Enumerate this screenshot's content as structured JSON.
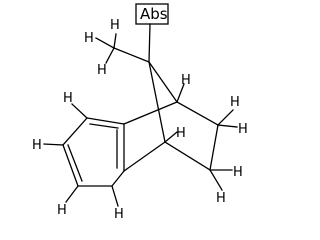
{
  "molecule": {
    "stereo_label": "Abs",
    "atom_labels": {
      "h_methyl_top": "H",
      "h_methyl_left": "H",
      "h_methyl_bottom": "H",
      "h_bridgehead_top": "H",
      "h_bridgehead_bottom": "H",
      "h_ch2_upper_a": "H",
      "h_ch2_upper_b": "H",
      "h_ch2_lower_a": "H",
      "h_ch2_lower_b": "H",
      "h_aryl_1": "H",
      "h_aryl_2": "H",
      "h_aryl_3": "H",
      "h_aryl_4": "H"
    }
  },
  "colors": {
    "bond": "#000000",
    "text": "#000000",
    "background": "#ffffff"
  }
}
